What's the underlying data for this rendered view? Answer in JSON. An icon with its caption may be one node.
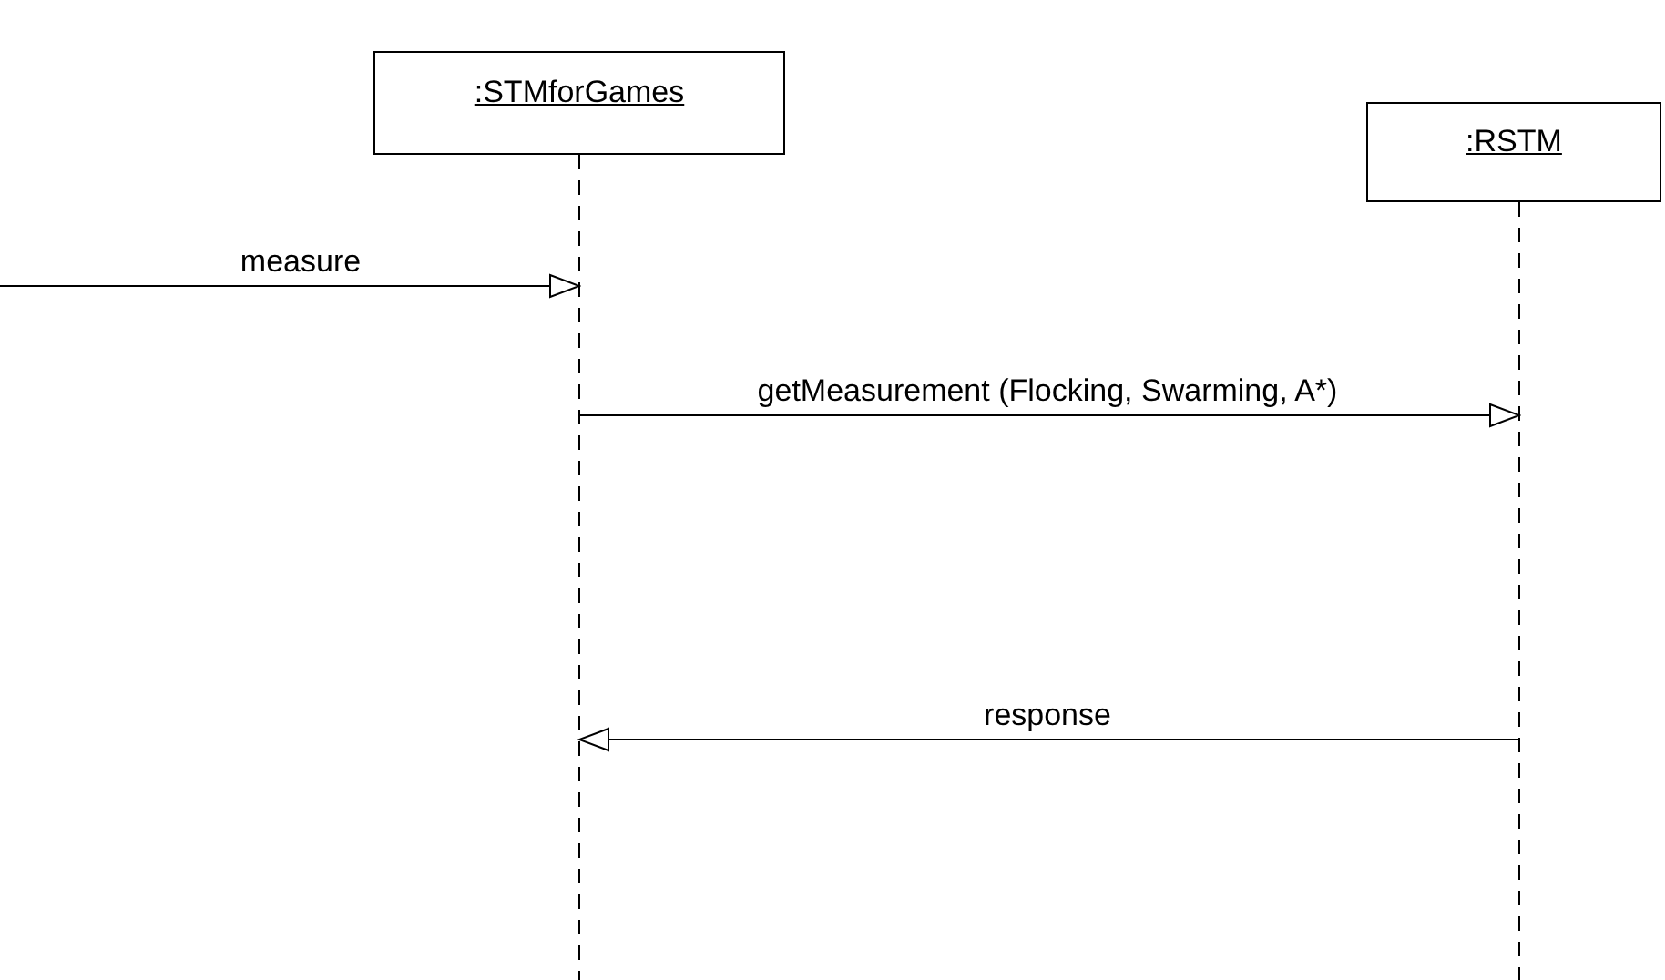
{
  "diagram": {
    "nodes": [
      {
        "text": [
          ":STMforGames"
        ]
      },
      {
        "text": [
          ":RSTM"
        ]
      }
    ],
    "edges": [
      {
        "from": null,
        "to": 0,
        "arrow": "to",
        "label": "measure"
      },
      {
        "from": 0,
        "to": 1,
        "arrow": "to",
        "label": "getMeasurement (Flocking, Swarming, A*)"
      },
      {
        "from": 1,
        "to": 0,
        "arrow": "to",
        "label": "response"
      }
    ]
  }
}
